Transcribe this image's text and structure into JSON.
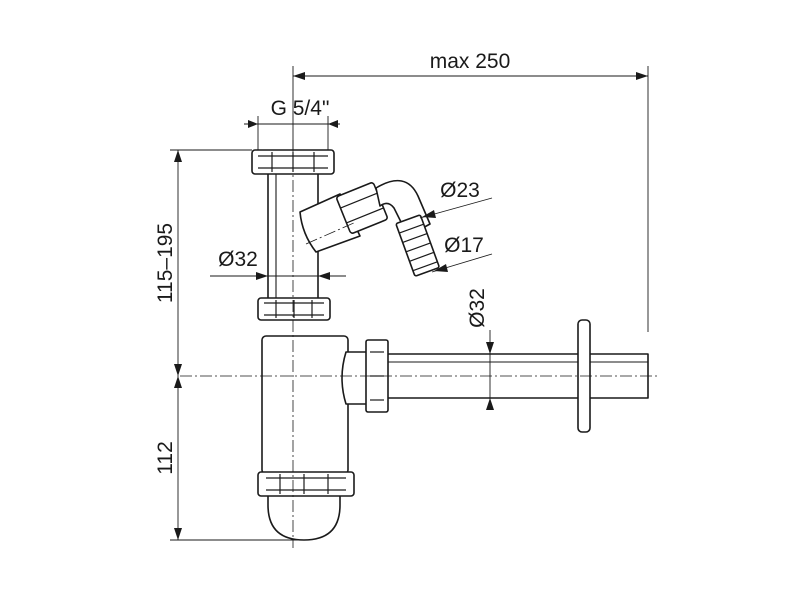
{
  "dimensions": {
    "max_length": "max 250",
    "thread": "G 5/4\"",
    "height_range": "115–195",
    "bottom_height": "112",
    "tube_diameter_top": "Ø32",
    "tube_diameter_outlet": "Ø32",
    "hose_diameter_outer": "Ø23",
    "hose_diameter_inner": "Ø17"
  },
  "colors": {
    "line": "#1a1a1a",
    "background": "#ffffff"
  }
}
